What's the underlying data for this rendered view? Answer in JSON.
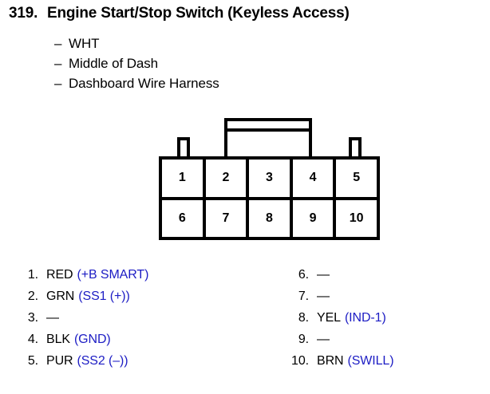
{
  "header": {
    "number": "319.",
    "title": "Engine Start/Stop Switch (Keyless Access)",
    "bullets": [
      {
        "dash": "–",
        "text": "WHT"
      },
      {
        "dash": "–",
        "text": "Middle of Dash"
      },
      {
        "dash": "–",
        "text": "Dashboard Wire Harness"
      }
    ]
  },
  "connector": {
    "name": "10-pin-connector-diagram",
    "rows": [
      {
        "cells": [
          "1",
          "2",
          "3",
          "4",
          "5"
        ]
      },
      {
        "cells": [
          "6",
          "7",
          "8",
          "9",
          "10"
        ]
      }
    ]
  },
  "legend": {
    "signal_color": "#1d1dc4",
    "left": [
      {
        "num": "1.",
        "wire": "RED",
        "signal": "(+B SMART)"
      },
      {
        "num": "2.",
        "wire": "GRN",
        "signal": "(SS1 (+))"
      },
      {
        "num": "3.",
        "wire": "—",
        "signal": ""
      },
      {
        "num": "4.",
        "wire": "BLK",
        "signal": "(GND)"
      },
      {
        "num": "5.",
        "wire": "PUR",
        "signal": "(SS2 (–))"
      }
    ],
    "right": [
      {
        "num": "6.",
        "wire": "—",
        "signal": ""
      },
      {
        "num": "7.",
        "wire": "—",
        "signal": ""
      },
      {
        "num": "8.",
        "wire": "YEL",
        "signal": "(IND-1)"
      },
      {
        "num": "9.",
        "wire": "—",
        "signal": ""
      },
      {
        "num": "10.",
        "wire": "BRN",
        "signal": "(SWILL)"
      }
    ]
  }
}
